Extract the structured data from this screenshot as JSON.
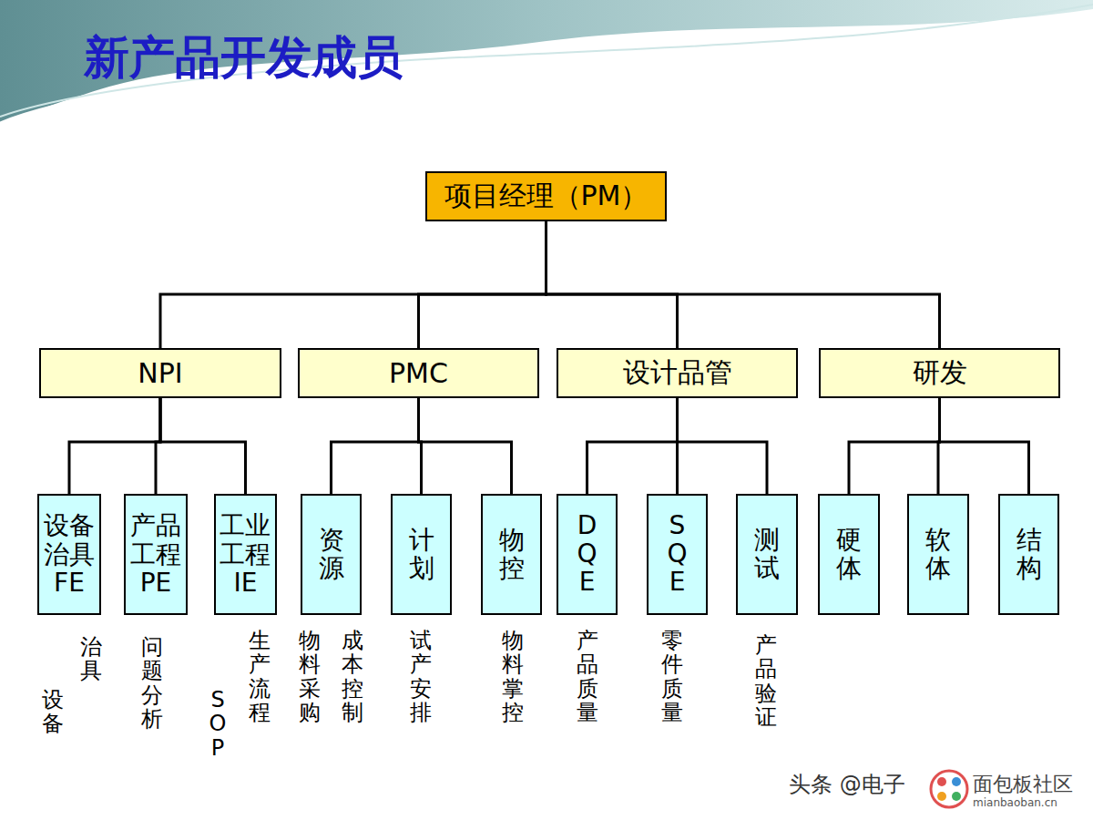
{
  "diagram": {
    "title": "新产品开发成员",
    "nodes": [
      {
        "text": [
          "项目经理（PM）"
        ]
      },
      {
        "text": [
          "NPI"
        ]
      },
      {
        "text": [
          "PMC"
        ]
      },
      {
        "text": [
          "设计品管"
        ]
      },
      {
        "text": [
          "研发"
        ]
      },
      {
        "text": [
          "设备治具 FE"
        ]
      },
      {
        "text": [
          "产品工程 PE"
        ]
      },
      {
        "text": [
          "工业工程 IE"
        ]
      },
      {
        "text": [
          "资源"
        ]
      },
      {
        "text": [
          "计划"
        ]
      },
      {
        "text": [
          "物控"
        ]
      },
      {
        "text": [
          "DQE"
        ]
      },
      {
        "text": [
          "SQE"
        ]
      },
      {
        "text": [
          "测试"
        ]
      },
      {
        "text": [
          "硬体"
        ]
      },
      {
        "text": [
          "软体"
        ]
      },
      {
        "text": [
          "结构"
        ]
      }
    ],
    "edges": [
      {
        "from": 0,
        "to": 1,
        "arrow": "none"
      },
      {
        "from": 0,
        "to": 2,
        "arrow": "none"
      },
      {
        "from": 0,
        "to": 3,
        "arrow": "none"
      },
      {
        "from": 0,
        "to": 4,
        "arrow": "none"
      },
      {
        "from": 1,
        "to": 5,
        "arrow": "none"
      },
      {
        "from": 1,
        "to": 6,
        "arrow": "none"
      },
      {
        "from": 1,
        "to": 7,
        "arrow": "none"
      },
      {
        "from": 2,
        "to": 8,
        "arrow": "none"
      },
      {
        "from": 2,
        "to": 9,
        "arrow": "none"
      },
      {
        "from": 2,
        "to": 10,
        "arrow": "none"
      },
      {
        "from": 3,
        "to": 11,
        "arrow": "none"
      },
      {
        "from": 3,
        "to": 12,
        "arrow": "none"
      },
      {
        "from": 3,
        "to": 13,
        "arrow": "none"
      },
      {
        "from": 4,
        "to": 14,
        "arrow": "none"
      },
      {
        "from": 4,
        "to": 15,
        "arrow": "none"
      },
      {
        "from": 4,
        "to": 16,
        "arrow": "none"
      }
    ],
    "labels": [
      "治具",
      "设备",
      "问题分析",
      "SOP",
      "生产流程",
      "物料采购",
      "成本控制",
      "试产安排",
      "物料掌控",
      "产品质量",
      "零件质量",
      "产品验证",
      "头条 @电子",
      "面包板社区",
      "mianbaoban.cn"
    ]
  }
}
